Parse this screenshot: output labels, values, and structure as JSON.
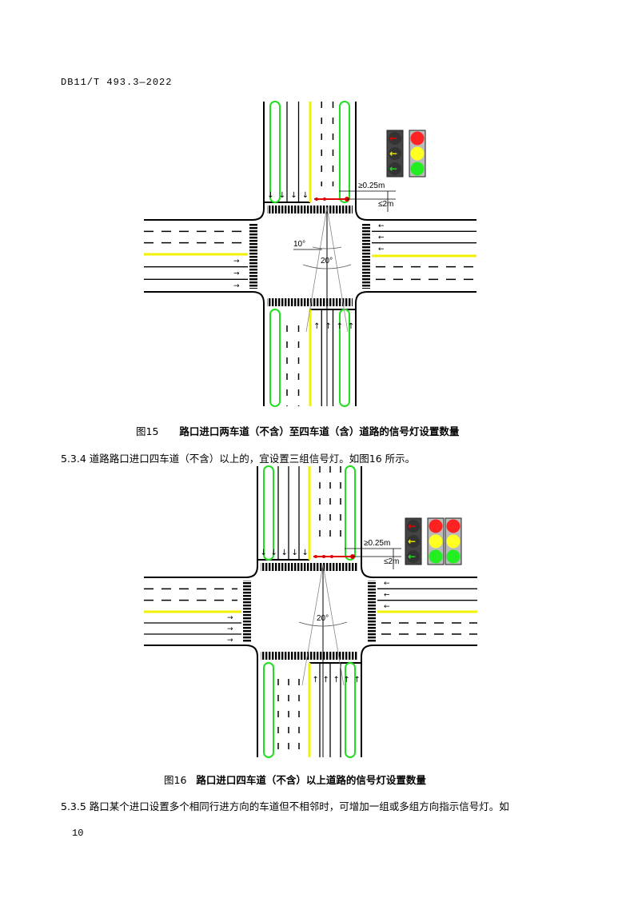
{
  "header": "DB11/T 493.3—2022",
  "figures": [
    {
      "caption_no": "图15",
      "caption": "路口进口两车道（不含）至四车道（含）道路的信号灯设置数量",
      "dim_gap": "≥0.25m",
      "dim_height": "≤2m",
      "angle_small": "10°",
      "angle_large": "20°",
      "signal_groups": 2
    },
    {
      "caption_no": "图16",
      "caption": "路口进口四车道（不含）以上道路的信号灯设置数量",
      "dim_gap": "≥0.25m",
      "dim_height": "≤2m",
      "angle_large": "20°",
      "signal_groups": 3
    }
  ],
  "paragraphs": [
    "5.3.4 道路路口进口四车道（不含）以上的，宜设置三组信号灯。如图16 所示。",
    "5.3.5 路口某个进口设置多个相同行进方向的车道但不相邻时，可增加一组或多组方向指示信号灯。如"
  ],
  "page_number": "10",
  "colors": {
    "yellow": "#f2f200",
    "green": "#22dd22",
    "red": "#e00000"
  }
}
